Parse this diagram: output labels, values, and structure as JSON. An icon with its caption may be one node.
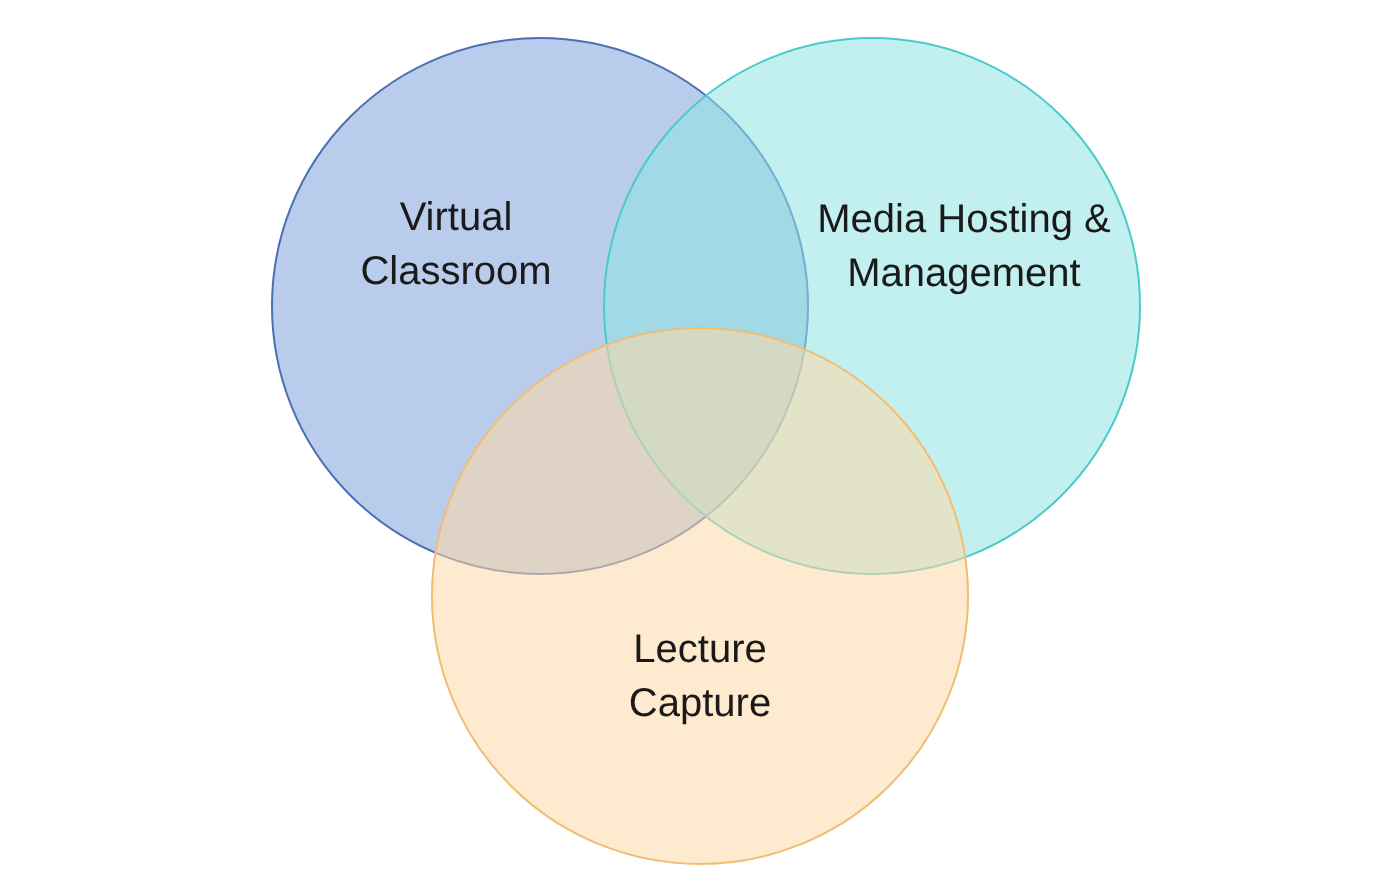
{
  "diagram": {
    "nodes": [
      {
        "text": [
          "Virtual Classroom"
        ]
      },
      {
        "text": [
          "Media Hosting & Management"
        ]
      },
      {
        "text": [
          "Lecture Capture"
        ]
      }
    ]
  }
}
